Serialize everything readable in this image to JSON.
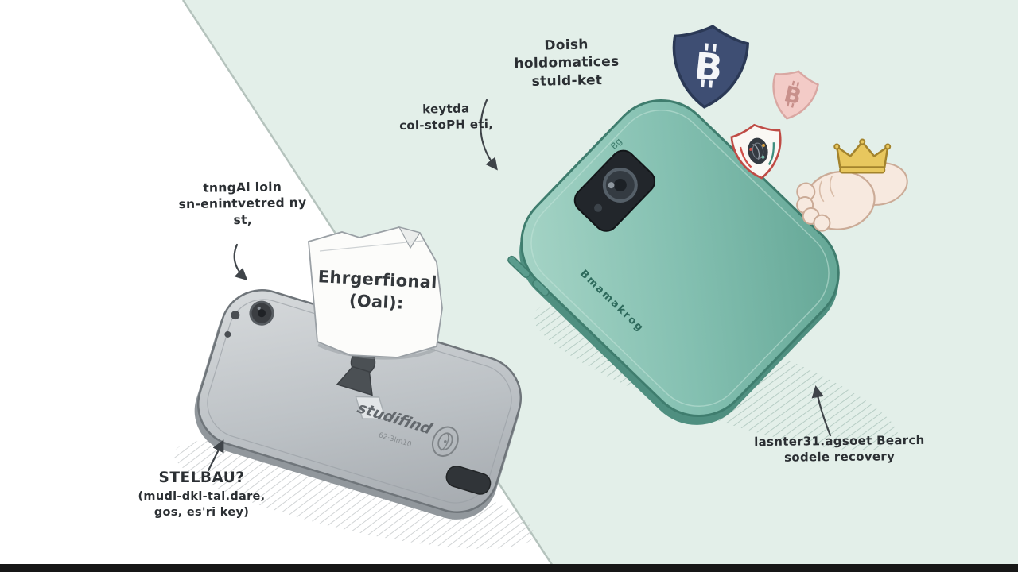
{
  "colors": {
    "white_background": "#ffffff",
    "mint_background": "#e3efe9",
    "divider": "#b5c3bd",
    "ink": "#2b2f33",
    "gray_phone": "#bfc4c8",
    "teal_phone": "#7fbcae",
    "navy_shield": "#3e4e73",
    "pink_shield": "#f3cbc7",
    "red_badge": "#bf4b45",
    "gold_crown": "#e8c75e",
    "bottom_bar": "#171717"
  },
  "left_scene": {
    "callout_handwritten": {
      "lines": [
        "tnngAl loin",
        "sn-enintvetred ny",
        "st,"
      ]
    },
    "callout_label": {
      "title": "STELBAU?",
      "lines": [
        "(mudi-dki-tal.dare,",
        "gos, es'ri key)"
      ]
    },
    "paper_note": {
      "lines": [
        "Ehrgerfional",
        "(Oal):"
      ]
    },
    "phone": {
      "engraving": "studifind",
      "engraving_small": "62·3lm10"
    }
  },
  "right_scene": {
    "callout_top": {
      "lines": [
        "Doish",
        "holdomatices",
        "stuld-ket"
      ]
    },
    "callout_side": {
      "lines": [
        "keytda",
        "col-stoPH eti,"
      ]
    },
    "callout_bottom": {
      "lines": [
        "lasnter31.agsoet Bearch",
        "sodele recovery"
      ]
    },
    "phone": {
      "engraving": "Bmamakrog",
      "top_mark": "Bg"
    },
    "shield_navy_symbol": "B",
    "shield_pink_symbol": "B",
    "icons": [
      "bitcoin-shield-navy",
      "bitcoin-shield-pink",
      "fingerprint-badge",
      "crowned-fist"
    ]
  }
}
